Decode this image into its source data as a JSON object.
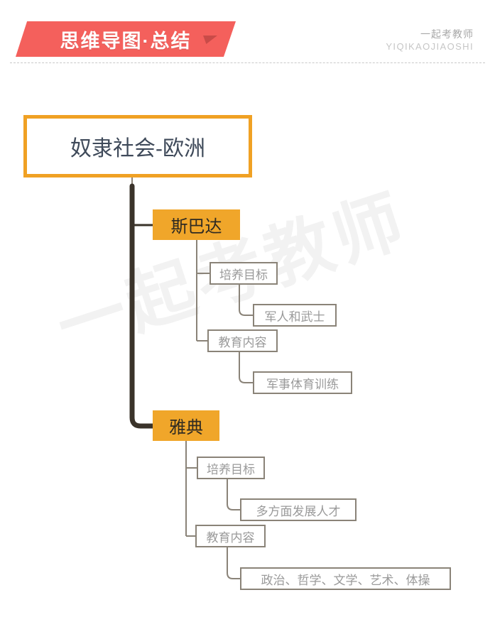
{
  "header": {
    "banner_label": "思维导图·总结",
    "banner_color": "#f4605c",
    "banner_fold_color": "#c94b48",
    "brand_cn": "一起考教师",
    "brand_en": "YIQIKAOJIAOSHI",
    "divider_style": "dashed"
  },
  "watermark": {
    "text": "一起考教师"
  },
  "theme": {
    "root_border": "#f0a124",
    "branch_fill": "#f0a62a",
    "leaf_border": "#8a8378",
    "leaf_text": "#9a9a9a",
    "trunk_color": "#3a332a",
    "connector_color": "#8a8378"
  },
  "mindmap": {
    "root": {
      "label": "奴隶社会-欧洲"
    },
    "branches": [
      {
        "label": "斯巴达",
        "children": [
          {
            "label": "培养目标",
            "children": [
              {
                "label": "军人和武士"
              }
            ]
          },
          {
            "label": "教育内容",
            "children": [
              {
                "label": "军事体育训练"
              }
            ]
          }
        ]
      },
      {
        "label": "雅典",
        "children": [
          {
            "label": "培养目标",
            "children": [
              {
                "label": "多方面发展人才"
              }
            ]
          },
          {
            "label": "教育内容",
            "children": [
              {
                "label": "政治、哲学、文学、艺术、体操"
              }
            ]
          }
        ]
      }
    ]
  }
}
